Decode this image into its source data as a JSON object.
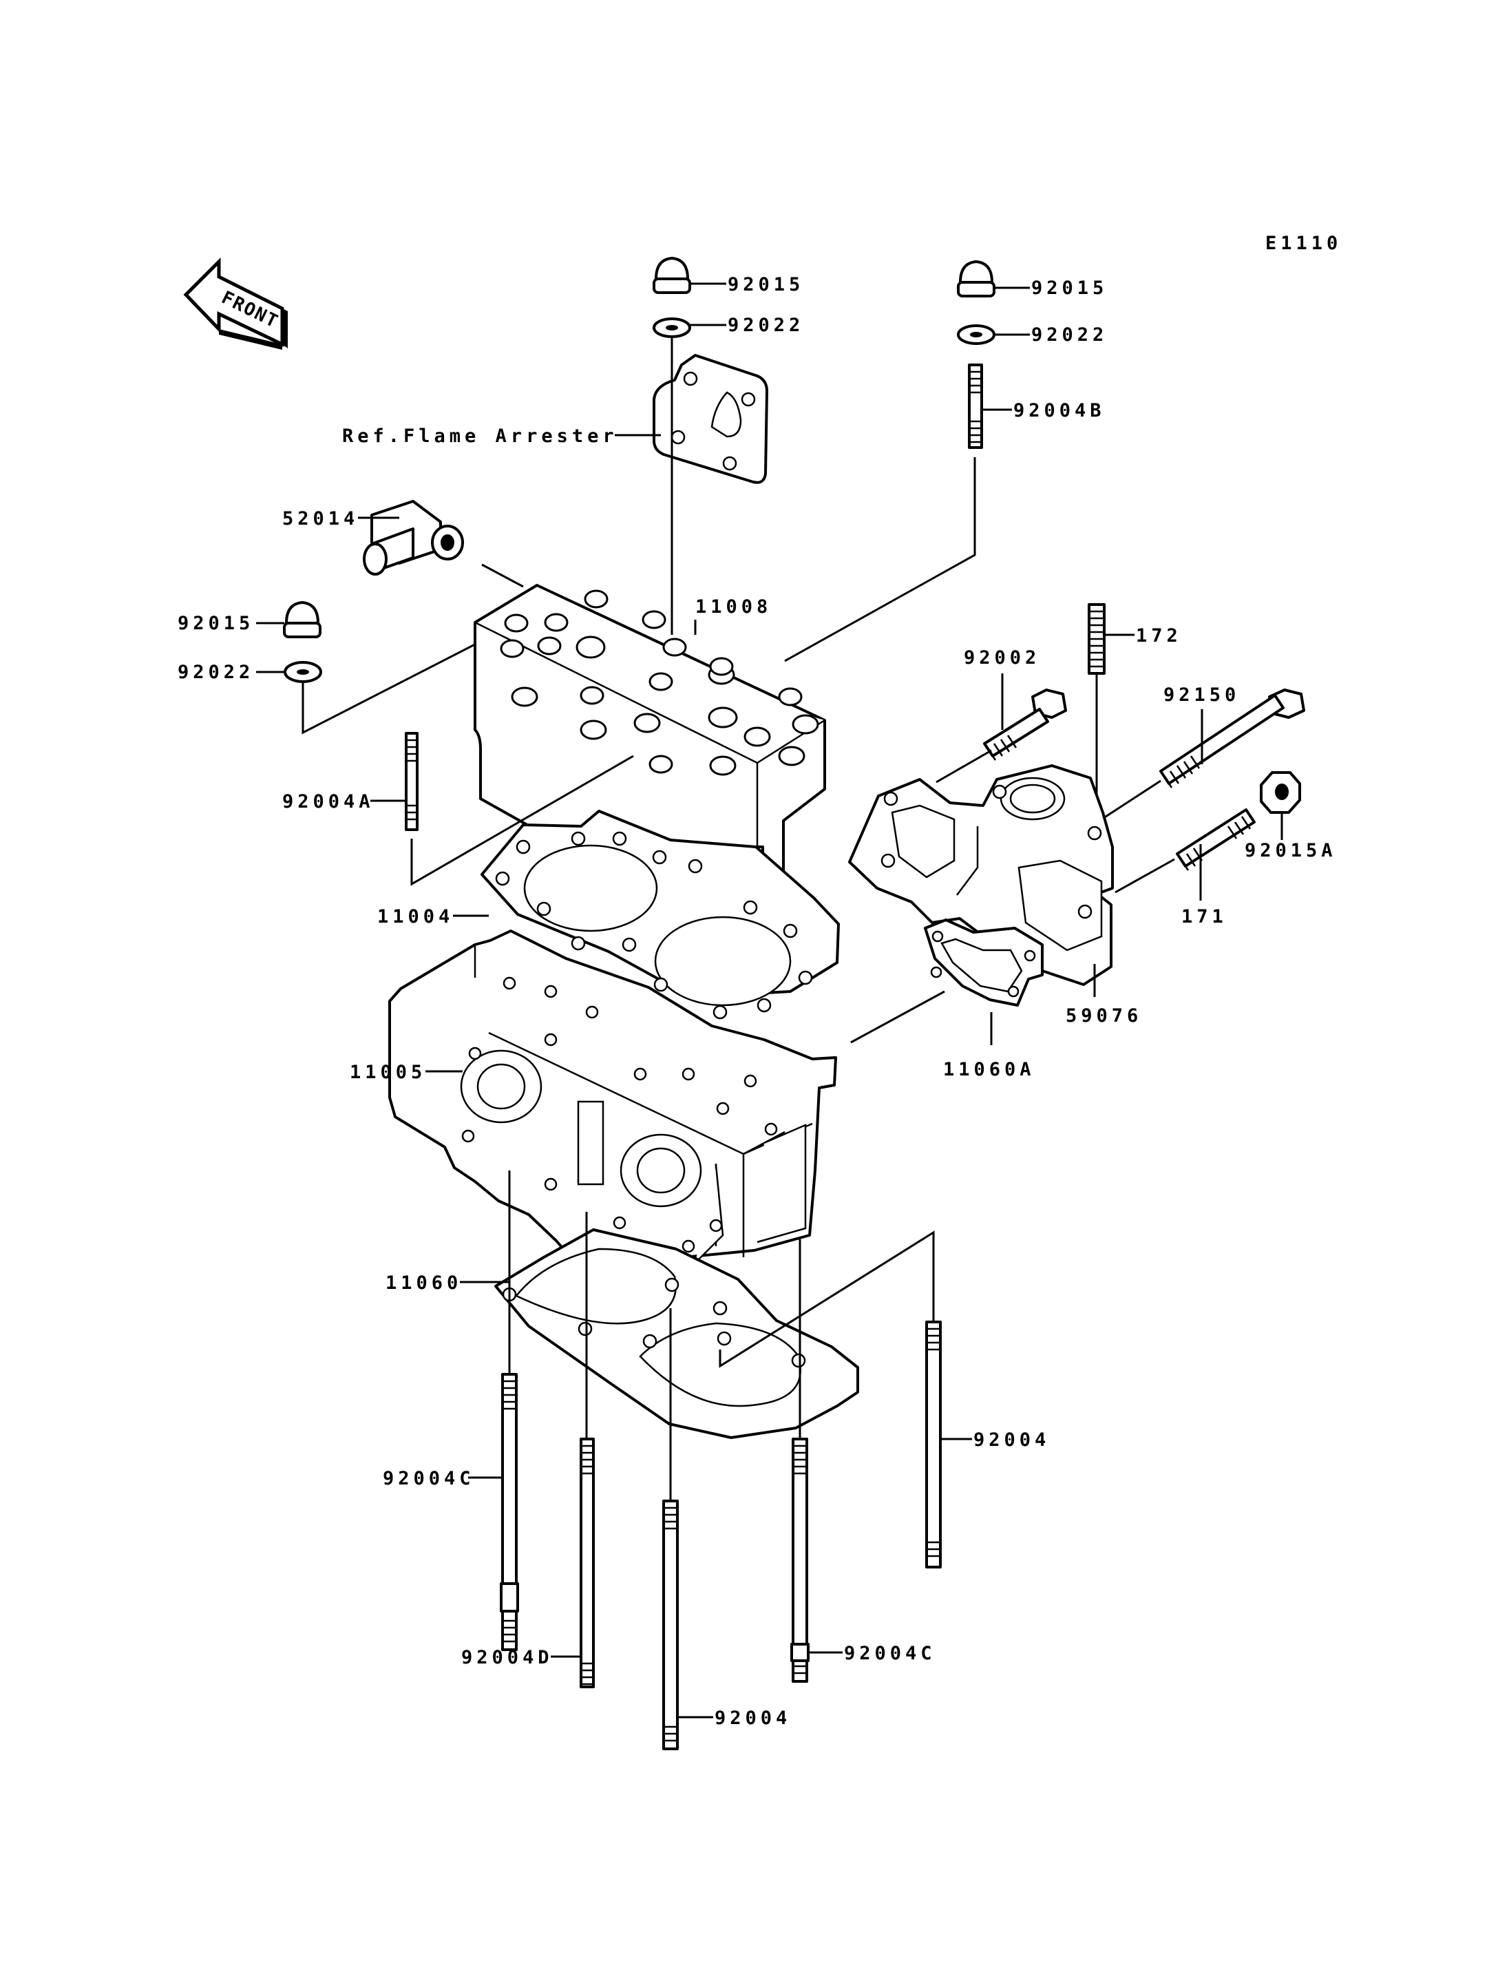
{
  "diagram_code": "E1110",
  "front_label": "FRONT",
  "labels": {
    "p92015_a": "92015",
    "p92022_a": "92022",
    "p92015_b": "92015",
    "p92022_b": "92022",
    "p92004B": "92004B",
    "ref_flame": "Ref.Flame Arrester",
    "p52014": "52014",
    "p11008": "11008",
    "p92015_c": "92015",
    "p92022_c": "92022",
    "p172": "172",
    "p92002": "92002",
    "p92150": "92150",
    "p92004A": "92004A",
    "p92015A": "92015A",
    "p171": "171",
    "p11004": "11004",
    "p59076": "59076",
    "p11060A": "11060A",
    "p11005": "11005",
    "p11060": "11060",
    "p92004_a": "92004",
    "p92004C_a": "92004C",
    "p92004D": "92004D",
    "p92004C_b": "92004C",
    "p92004_b": "92004"
  }
}
